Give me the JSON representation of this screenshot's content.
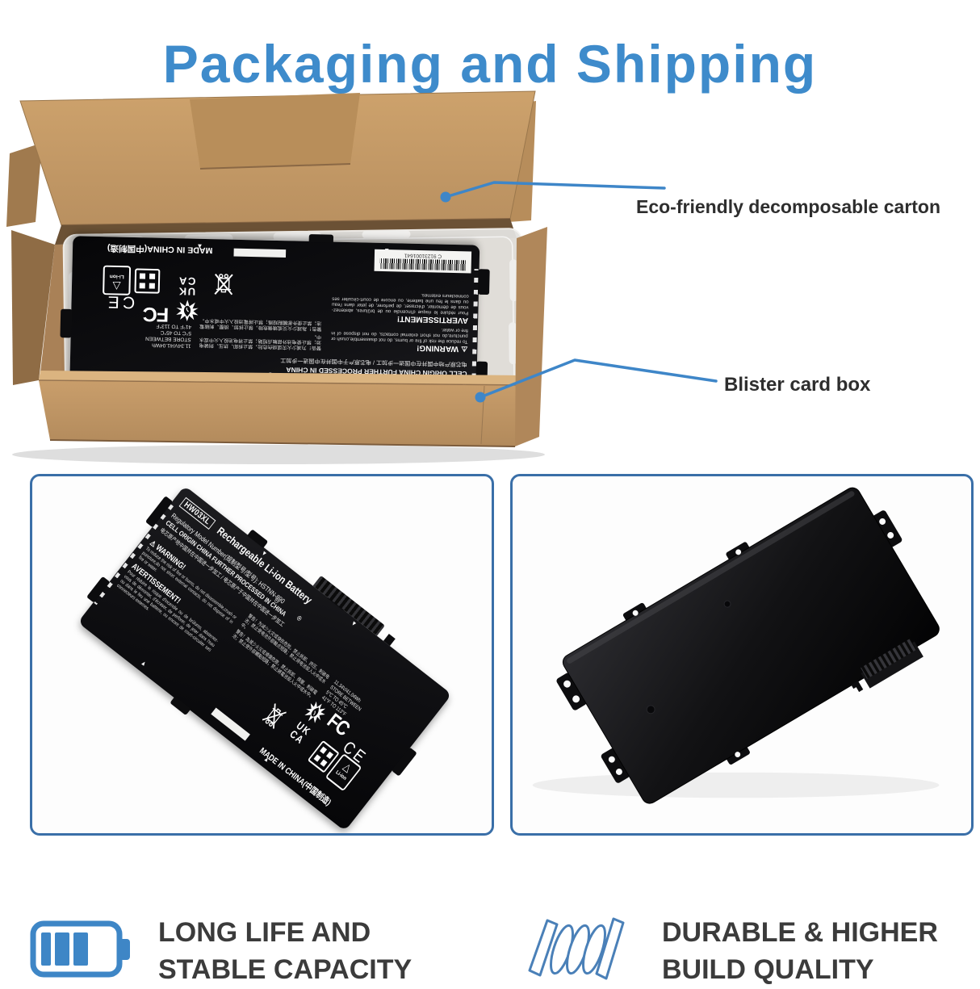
{
  "title": {
    "text": "Packaging and Shipping"
  },
  "callouts": {
    "carton": "Eco-friendly decomposable carton",
    "blister": "Blister card box"
  },
  "battery_label": {
    "model_boxed": "HW03XL",
    "product": "Rechargeable Li-ion Battery",
    "regulatory": "Regulatory Model Number(规制型号/型号): HSTNN-890",
    "cell_origin": "CELL ORIGIN CHINA FURTHER PROCESSED IN CHINA",
    "cell_origin_cn": "电芯原产地中国并在中国进一步加工 / 电芯原产于中国并在中国进一步加工",
    "warning_title": "WARNING!",
    "warning_text": "To reduce the risk of fire or burns, do not disassemble,crush or puncture,do not short external contacts, do not dispose of in fire or water.",
    "avertissement_title": "AVERTISSEMENT!",
    "avertissement_text": "Pour réduire le risque d'incendie ou de brûlures, abstenez-vous de démonter, d'écraser, de perforer, de jeter dans l'eau ou dans le feu une batterie, ou encore de court-circuiter ses connecteurs externes.",
    "cn_warning": "警告！为减少火灾或烧伤危险，禁止拆卸、挤压、刺破电池；禁止使电池外部触点短路；禁止将电池投入火中或水中。",
    "cn_warning2": "警告！為減少火災或燒傷危險，禁止拆卸、擠壓、刺破電池；禁止使外部觸點短路；禁止將電池投入火中或水中。",
    "spec1": "11.34V/41.04Wh",
    "spec2": "STORE BETWEEN",
    "spec3": "5°C TO 45°C",
    "spec4": "41°F TO 113°F",
    "fcc": "FC",
    "ce": "CE",
    "uk": "UK",
    "ca": "CA",
    "li_ion": "Li-ion",
    "li_ion_triangle": "△",
    "made_in": "MADE IN CHINA(中国制造)",
    "barcode_text": "C 91231001641",
    "minus": "⊖",
    "plus": "⊕"
  },
  "features": [
    {
      "icon": "battery-level-icon",
      "lines": [
        "LONG LIFE AND",
        "STABLE CAPACITY"
      ]
    },
    {
      "icon": "barbed-wire-icon",
      "lines": [
        "DURABLE & HIGHER",
        "BUILD QUALITY"
      ]
    }
  ],
  "colors": {
    "accent_blue": "#3e8bcb",
    "callout_line_blue": "#3e86c8",
    "panel_border_blue": "#3a6fa8",
    "cardboard": "#c49b67",
    "text_dark": "#3b3b3b"
  }
}
